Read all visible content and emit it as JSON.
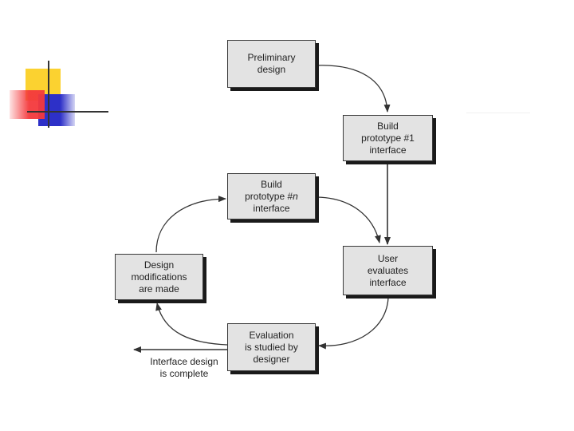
{
  "decoration": {
    "colors": {
      "yellow": "#fbd230",
      "red": "#f4393c",
      "blue": "#2d30c8",
      "line": "#333333"
    }
  },
  "diagram": {
    "nodes": {
      "preliminary_design": "Preliminary\ndesign",
      "build_prototype_1": "Build\nprototype #1\ninterface",
      "user_evaluates": "User\nevaluates\ninterface",
      "evaluation_studied": "Evaluation\nis studied by\ndesigner",
      "design_modifications": "Design\nmodifications\nare made",
      "build_prototype_n_prefix": "Build\nprototype #",
      "build_prototype_n_var": "n",
      "build_prototype_n_suffix": "\ninterface"
    },
    "exit_label": "Interface design\nis complete",
    "colors": {
      "box_fill": "#e3e3e3",
      "box_border": "#3a3a3a",
      "shadow": "#1a1a1a",
      "arrow": "#333333"
    }
  }
}
